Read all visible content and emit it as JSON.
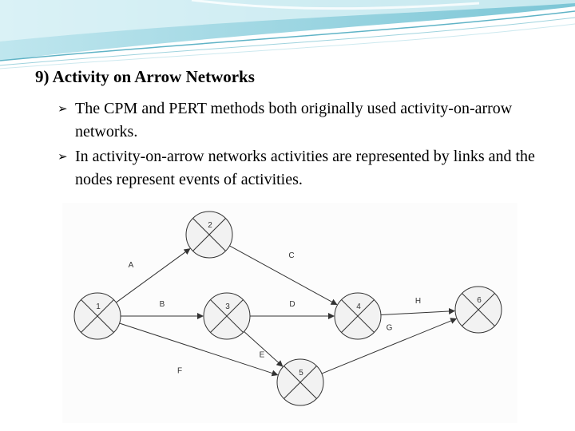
{
  "slide": {
    "title": "9) Activity on Arrow Networks",
    "bullets": [
      "The CPM and PERT methods both originally used activity-on-arrow networks.",
      "In activity-on-arrow networks activities are represented by links and the nodes represent events of activities."
    ]
  },
  "network": {
    "nodes": [
      {
        "id": "1",
        "label": "1"
      },
      {
        "id": "2",
        "label": "2"
      },
      {
        "id": "3",
        "label": "3"
      },
      {
        "id": "4",
        "label": "4"
      },
      {
        "id": "5",
        "label": "5"
      },
      {
        "id": "6",
        "label": "6"
      }
    ],
    "edges": [
      {
        "from": "1",
        "to": "2",
        "label": "A"
      },
      {
        "from": "1",
        "to": "3",
        "label": "B"
      },
      {
        "from": "2",
        "to": "4",
        "label": "C"
      },
      {
        "from": "3",
        "to": "4",
        "label": "D"
      },
      {
        "from": "3",
        "to": "5",
        "label": "E"
      },
      {
        "from": "1",
        "to": "5",
        "label": "F"
      },
      {
        "from": "5",
        "to": "6",
        "label": "G"
      },
      {
        "from": "4",
        "to": "6",
        "label": "H"
      }
    ]
  },
  "colors": {
    "banner_light": "#d8f0f4",
    "banner_mid": "#a9dbe4",
    "banner_dark": "#5fb3c6",
    "node_fill": "#f2f2f2",
    "line": "#333333"
  }
}
